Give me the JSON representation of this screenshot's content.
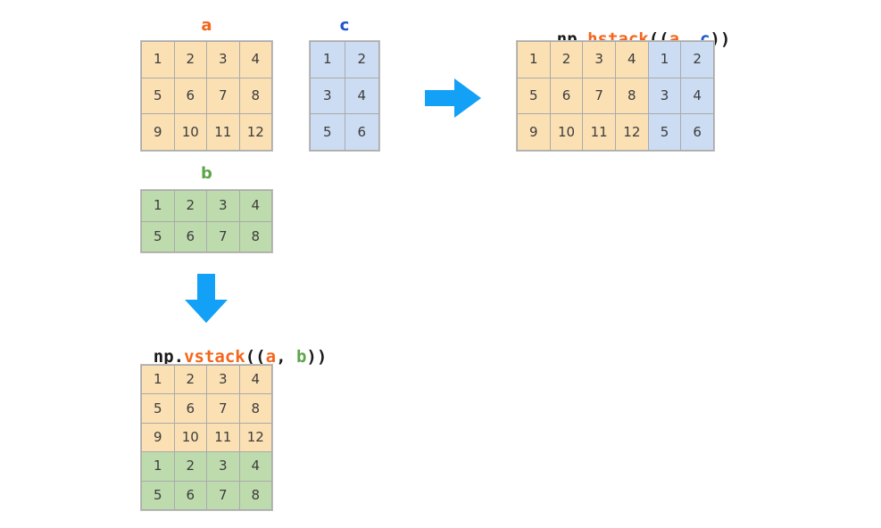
{
  "colors": {
    "orange_accent": "#f4661b",
    "blue_accent": "#1f55cc",
    "green_accent": "#5ca64a",
    "arrow_blue": "#13a0f7",
    "cell_orange": "#fbe0b4",
    "cell_blue": "#ccdcf2",
    "cell_green": "#bedbae",
    "grid_line": "#aaaaaa",
    "text_dark": "#3c3c3c",
    "background": "#ffffff"
  },
  "arrays": {
    "a": {
      "label": "a",
      "color": "#f4661b",
      "rows": 3,
      "cols": 4,
      "values": [
        [
          "1",
          "2",
          "3",
          "4"
        ],
        [
          "5",
          "6",
          "7",
          "8"
        ],
        [
          "9",
          "10",
          "11",
          "12"
        ]
      ]
    },
    "b": {
      "label": "b",
      "color": "#5ca64a",
      "rows": 2,
      "cols": 4,
      "values": [
        [
          "1",
          "2",
          "3",
          "4"
        ],
        [
          "5",
          "6",
          "7",
          "8"
        ]
      ]
    },
    "c": {
      "label": "c",
      "color": "#1f55cc",
      "rows": 3,
      "cols": 2,
      "values": [
        [
          "1",
          "2"
        ],
        [
          "3",
          "4"
        ],
        [
          "5",
          "6"
        ]
      ]
    }
  },
  "hstack": {
    "caption": {
      "prefix": "np.",
      "func": "hstack",
      "open": "((",
      "arg1": "a",
      "sep": ", ",
      "arg2": "c",
      "close": "))"
    },
    "rows": 3,
    "cols": 6,
    "values": [
      [
        "1",
        "2",
        "3",
        "4",
        "1",
        "2"
      ],
      [
        "5",
        "6",
        "7",
        "8",
        "3",
        "4"
      ],
      [
        "9",
        "10",
        "11",
        "12",
        "5",
        "6"
      ]
    ],
    "cell_sources": [
      [
        "a",
        "a",
        "a",
        "a",
        "c",
        "c"
      ],
      [
        "a",
        "a",
        "a",
        "a",
        "c",
        "c"
      ],
      [
        "a",
        "a",
        "a",
        "a",
        "c",
        "c"
      ]
    ]
  },
  "vstack": {
    "caption": {
      "prefix": "np.",
      "func": "vstack",
      "open": "((",
      "arg1": "a",
      "sep": ", ",
      "arg2": "b",
      "close": "))"
    },
    "rows": 5,
    "cols": 4,
    "values": [
      [
        "1",
        "2",
        "3",
        "4"
      ],
      [
        "5",
        "6",
        "7",
        "8"
      ],
      [
        "9",
        "10",
        "11",
        "12"
      ],
      [
        "1",
        "2",
        "3",
        "4"
      ],
      [
        "5",
        "6",
        "7",
        "8"
      ]
    ],
    "cell_sources": [
      [
        "a",
        "a",
        "a",
        "a"
      ],
      [
        "a",
        "a",
        "a",
        "a"
      ],
      [
        "a",
        "a",
        "a",
        "a"
      ],
      [
        "b",
        "b",
        "b",
        "b"
      ],
      [
        "b",
        "b",
        "b",
        "b"
      ]
    ]
  },
  "arrows": {
    "right": "arrow-right-icon",
    "down": "arrow-down-icon"
  }
}
